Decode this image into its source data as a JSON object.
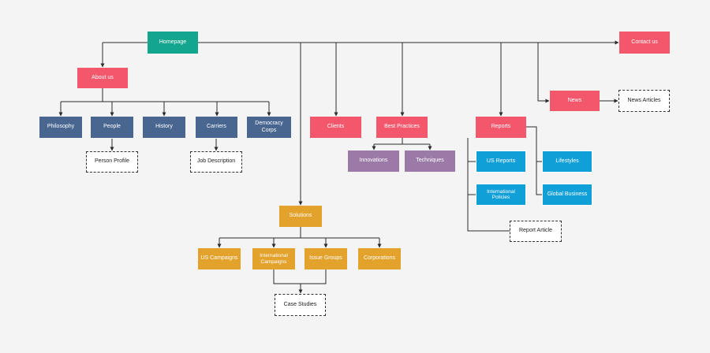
{
  "colors": {
    "background": "#f4f4f4",
    "line": "#2b2b2b",
    "teal": "#14a58e",
    "coral": "#f2576c",
    "navy": "#48668f",
    "purple": "#9b7aa8",
    "blue": "#119fd8",
    "gold": "#e2a22c",
    "outline": "#ffffff"
  },
  "nodes": {
    "homepage": "Homepage",
    "contact_us": "Contact us",
    "about_us": "About us",
    "news": "News",
    "news_articles": "News Articles",
    "philosophy": "Philosophy",
    "people": "People",
    "history": "History",
    "carriers": "Carriers",
    "democracy_corps": "Democracy Corps",
    "clients": "Clients",
    "best_practices": "Best Practices",
    "reports": "Reports",
    "person_profile": "Person Profile",
    "job_description": "Job Description",
    "innovations": "Innovations",
    "techniques": "Techniques",
    "us_reports": "US Reports",
    "lifestyles": "Lifestyles",
    "international_policies": "International Policies",
    "global_business": "Global Business",
    "report_article": "Report Article",
    "solutions": "Solutions",
    "us_campaigns": "US Campaigns",
    "international_campaigns": "International Campaigns",
    "issue_groups": "Issue Groups",
    "corporations": "Corporations",
    "case_studies": "Case Studies"
  }
}
